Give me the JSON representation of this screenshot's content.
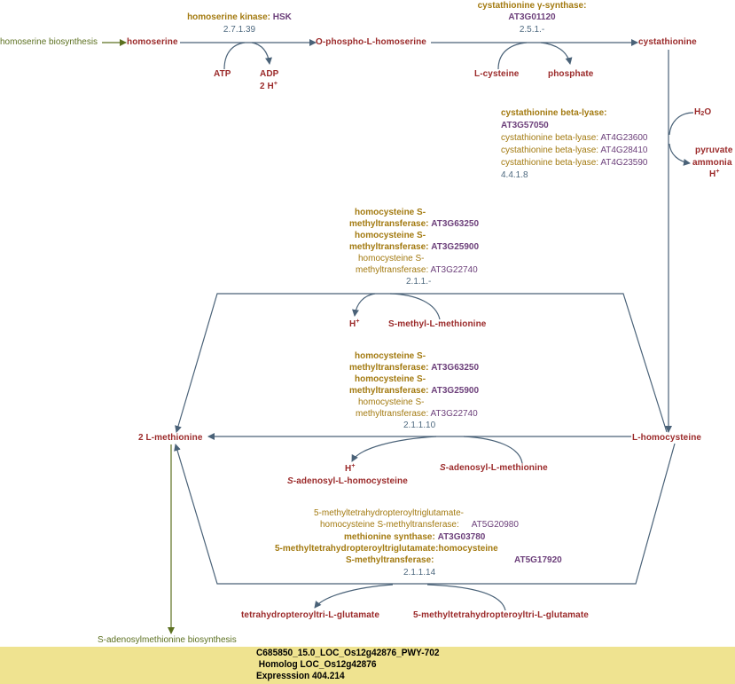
{
  "colors": {
    "compound": "#9b2a2a",
    "enzyme": "#a37a10",
    "gene": "#6c3f7a",
    "ec_number": "#4f6a80",
    "pathway_link": "#5c7020",
    "edge": "#4a6278",
    "footer_bg": "#efe390"
  },
  "links": {
    "in": "homoserine biosynthesis",
    "out": "S-adenosylmethionine biosynthesis"
  },
  "compounds": {
    "homoserine": "homoserine",
    "o_phospho": "O-phospho-L-homoserine",
    "cystathionine": "cystathionine",
    "atp": "ATP",
    "adp": "ADP",
    "h_2": "2 H",
    "l_cysteine": "L-cysteine",
    "phosphate": "phosphate",
    "h2o_h": "H",
    "h2o_o": "O",
    "pyruvate": "pyruvate",
    "ammonia": "ammonia",
    "h_a": "H",
    "h_b": "H",
    "s_methyl_met": "S-methyl-L-methionine",
    "methionine": "2 L-methionine",
    "homocysteine": "L-homocysteine",
    "h_c": "H",
    "sah_italic": "S",
    "sah_rest": "-adenosyl-L-homocysteine",
    "sam_italic": "S",
    "sam_rest": "-adenosyl-L-methionine",
    "thf": "tetrahydropteroyltri-L-glutamate",
    "mthf": "5-methyltetrahydropteroyltri-L-glutamate",
    "plus": "+",
    "two": "2"
  },
  "reactions": {
    "r1": {
      "enzyme": "homoserine kinase:",
      "gene": "HSK",
      "ec": "2.7.1.39"
    },
    "r2": {
      "enzyme": "cystathionine γ-synthase:",
      "gene": "AT3G01120",
      "ec": "2.5.1.-"
    },
    "r3": {
      "enzyme": "cystathionine beta-lyase:",
      "gene": "AT3G57050",
      "others": [
        {
          "enzyme": "cystathionine beta-lyase:",
          "gene": "AT4G23600"
        },
        {
          "enzyme": "cystathionine beta-lyase:",
          "gene": "AT4G28410"
        },
        {
          "enzyme": "cystathionine beta-lyase:",
          "gene": "AT4G23590"
        }
      ],
      "ec": "4.4.1.8"
    },
    "r4": {
      "entries": [
        {
          "enzyme_l1": "homocysteine S-",
          "enzyme_l2": "methyltransferase:",
          "gene": "AT3G63250"
        },
        {
          "enzyme_l1": "homocysteine S-",
          "enzyme_l2": "methyltransferase:",
          "gene": "AT3G25900"
        },
        {
          "enzyme_l1": "homocysteine S-",
          "enzyme_l2": "methyltransferase:",
          "gene": "AT3G22740"
        }
      ],
      "ec": "2.1.1.-"
    },
    "r5": {
      "entries": [
        {
          "enzyme_l1": "homocysteine S-",
          "enzyme_l2": "methyltransferase:",
          "gene": "AT3G63250"
        },
        {
          "enzyme_l1": "homocysteine S-",
          "enzyme_l2": "methyltransferase:",
          "gene": "AT3G25900"
        },
        {
          "enzyme_l1": "homocysteine S-",
          "enzyme_l2": "methyltransferase:",
          "gene": "AT3G22740"
        }
      ],
      "ec": "2.1.1.10"
    },
    "r6": {
      "e1_l1": "5-methyltetrahydropteroyltriglutamate-",
      "e1_l2": "homocysteine S-methyltransferase:",
      "e1_gene": "AT5G20980",
      "e2": "methionine synthase:",
      "e2_gene": "AT3G03780",
      "e3_l1": "5-methyltetrahydropteroyltriglutamate:homocysteine",
      "e3_l2": "S-methyltransferase:",
      "e3_gene": "AT5G17920",
      "ec": "2.1.1.14"
    }
  },
  "footer": {
    "line1": "C685850_15.0_LOC_Os12g42876_PWY-702",
    "line2": " Homolog LOC_Os12g42876",
    "line3": "Expresssion 404.214"
  }
}
